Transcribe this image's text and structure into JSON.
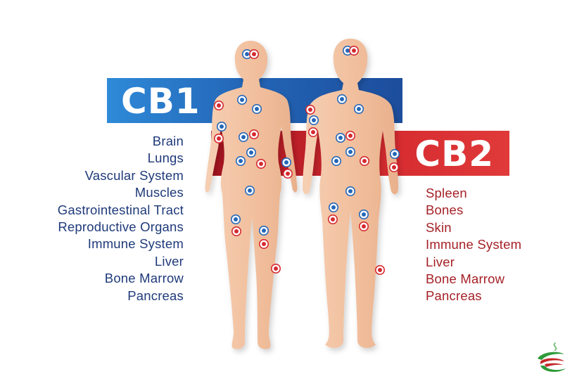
{
  "cb1": {
    "title": "CB1",
    "items": [
      "Brain",
      "Lungs",
      "Vascular System",
      "Muscles",
      "Gastrointestinal Tract",
      "Reproductive Organs",
      "Immune System",
      "Liver",
      "Bone Marrow",
      "Pancreas"
    ]
  },
  "cb2": {
    "title": "CB2",
    "items": [
      "Spleen",
      "Bones",
      "Skin",
      "Immune System",
      "Liver",
      "Bone Marrow",
      "Pancreas"
    ]
  },
  "colors": {
    "cb1_blue": "#2467b8",
    "cb2_red": "#d52a2f",
    "body_skin": "#f3c4a4",
    "cb1_text": "#1f3a7a",
    "cb2_text": "#a52127"
  },
  "icons": {
    "logo": "green-red-swirl-logo-icon"
  }
}
